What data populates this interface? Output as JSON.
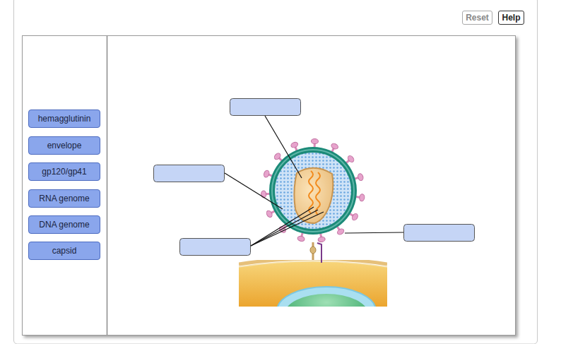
{
  "diagram": {
    "nodes": [
      {
        "text": [
          "Reset"
        ]
      },
      {
        "text": [
          "Help"
        ]
      },
      {
        "text": [
          "hemagglutinin"
        ]
      },
      {
        "text": [
          "envelope"
        ]
      },
      {
        "text": [
          "gp120/gp41"
        ]
      },
      {
        "text": [
          "RNA genome"
        ]
      },
      {
        "text": [
          "DNA genome"
        ]
      },
      {
        "text": [
          "capsid"
        ]
      }
    ]
  }
}
